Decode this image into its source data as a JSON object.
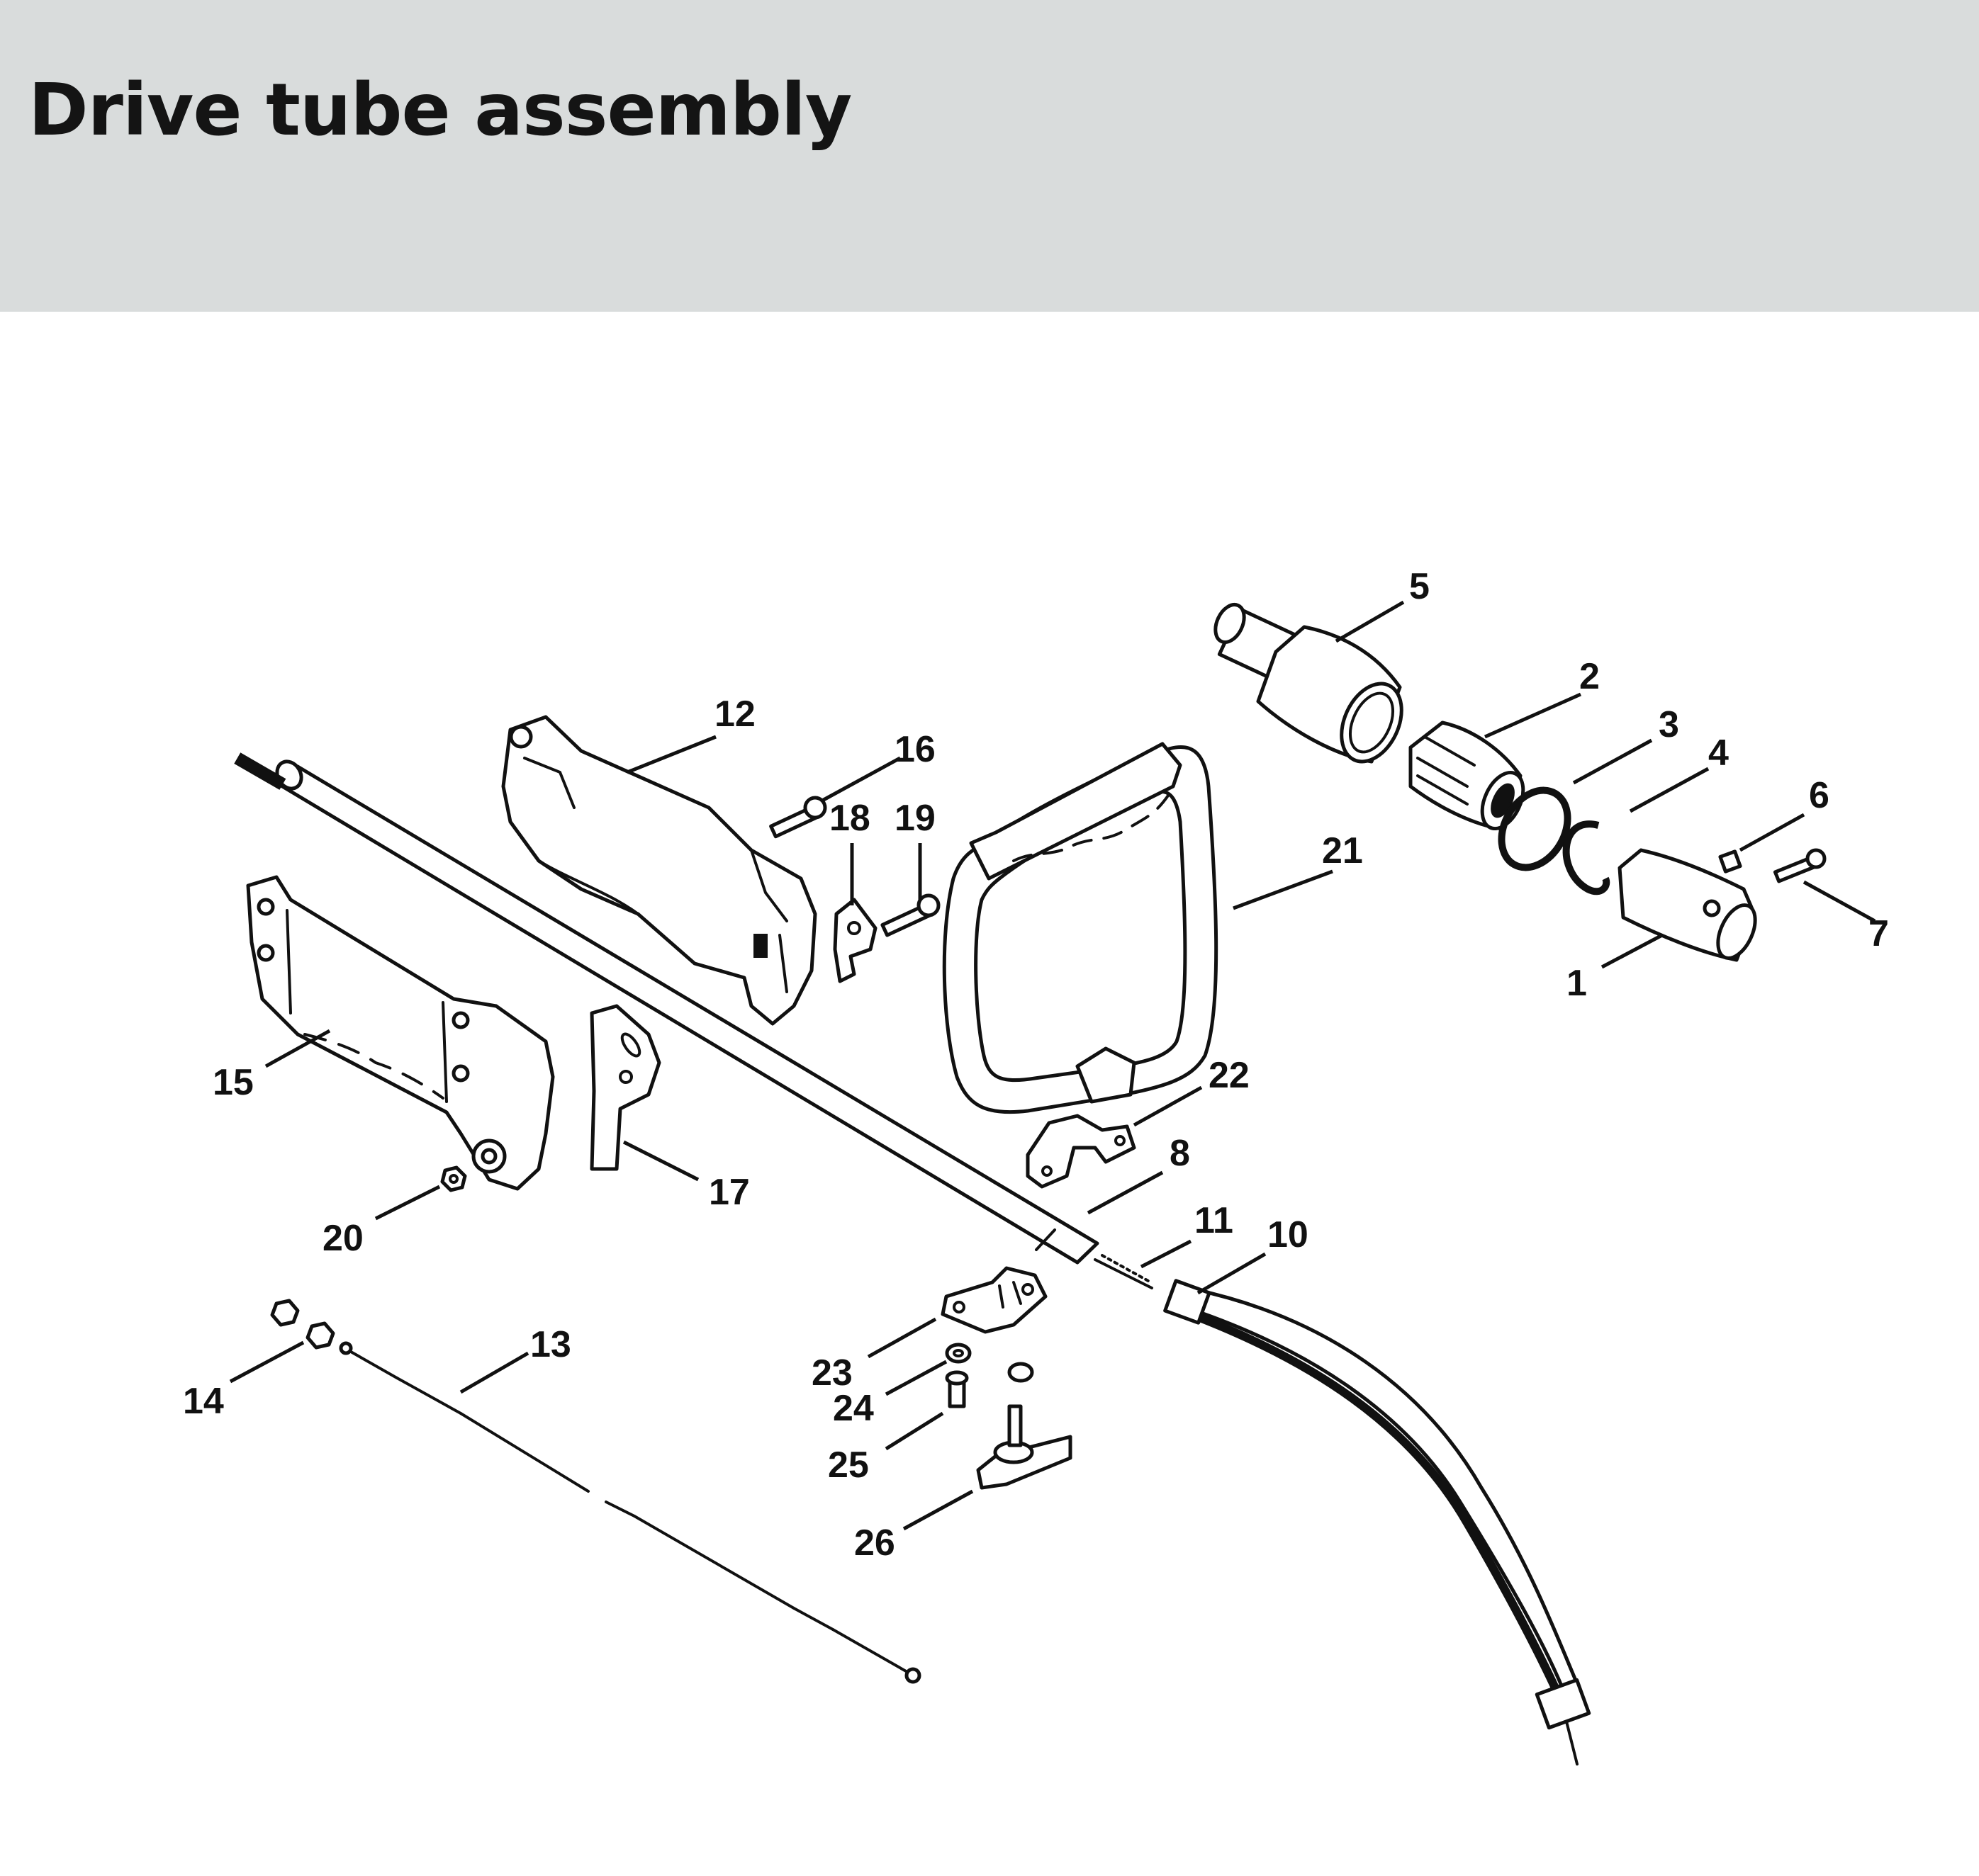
{
  "title": "Drive tube assembly",
  "colors": {
    "header_bg": "#d9dcdc",
    "line": "#111111",
    "background": "#ffffff"
  },
  "callouts": {
    "c1": "1",
    "c2": "2",
    "c3": "3",
    "c4": "4",
    "c5": "5",
    "c6": "6",
    "c7": "7",
    "c8": "8",
    "c10": "10",
    "c11": "11",
    "c12": "12",
    "c13": "13",
    "c14": "14",
    "c15": "15",
    "c16": "16",
    "c17": "17",
    "c18": "18",
    "c19": "19",
    "c20": "20",
    "c21": "21",
    "c22": "22",
    "c23": "23",
    "c24": "24",
    "c25": "25",
    "c26": "26"
  }
}
